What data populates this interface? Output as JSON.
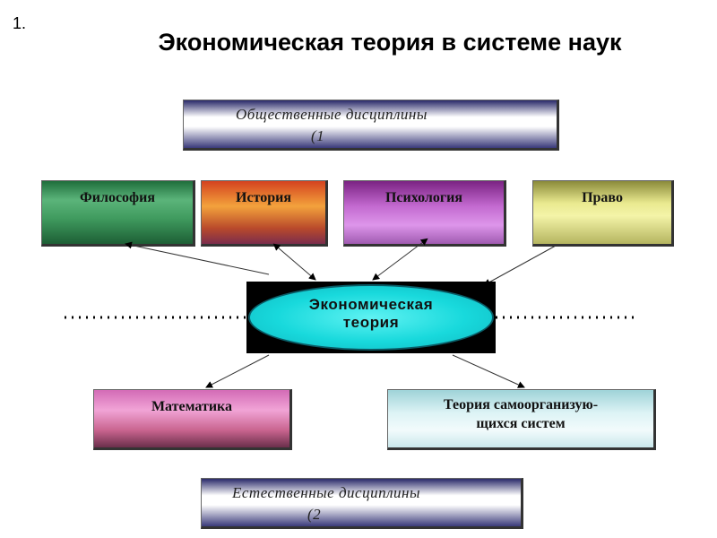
{
  "slide": {
    "number": "1.",
    "title": "Экономическая теория в системе наук"
  },
  "social": {
    "line1": "Общественные дисциплины",
    "line2": "(1"
  },
  "disciplines_top": {
    "philosophy": "Философия",
    "history": "История",
    "psychology": "Психология",
    "law": "Право"
  },
  "center": {
    "line1": "Экономическая",
    "line2": "теория"
  },
  "disciplines_bottom": {
    "math": "Математика",
    "self_org_line1": "Теория самоорганизую-",
    "self_org_line2": "щихся систем"
  },
  "natural": {
    "line1": "Естественные дисциплины",
    "line2": "(2"
  }
}
